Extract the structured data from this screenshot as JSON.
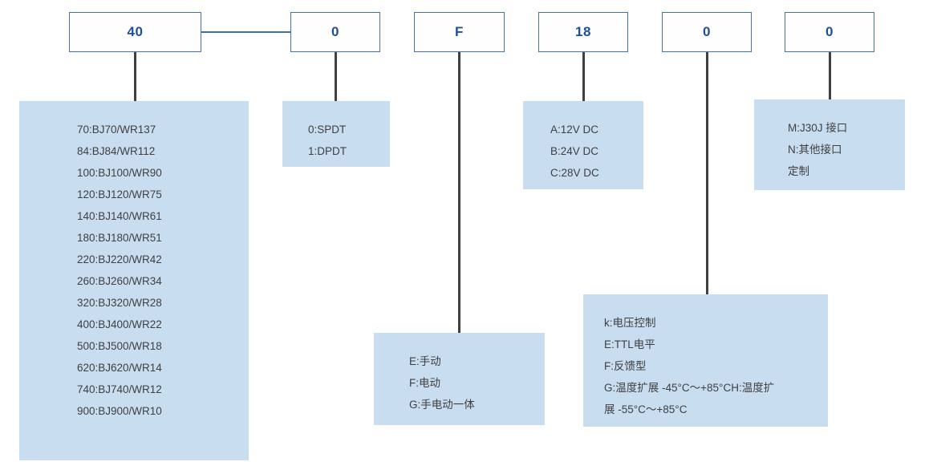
{
  "diagram": {
    "title": "Product model code breakdown",
    "accent_box_border": "#4472a8",
    "accent_text": "#1f4e9c",
    "panel_fill": "#c9ddf1",
    "connector_color": "#404040"
  },
  "code_boxes": [
    {
      "name": "size-code",
      "value": "40"
    },
    {
      "name": "switch-code",
      "value": "0"
    },
    {
      "name": "actuation-code",
      "value": "F"
    },
    {
      "name": "voltage-code",
      "value": "18"
    },
    {
      "name": "control-code",
      "value": "0"
    },
    {
      "name": "interface-code",
      "value": "0"
    }
  ],
  "panels": [
    {
      "name": "size-options",
      "lines": [
        "70:BJ70/WR137",
        "84:BJ84/WR112",
        "100:BJ100/WR90",
        "120:BJ120/WR75",
        "140:BJ140/WR61",
        "180:BJ180/WR51",
        "220:BJ220/WR42",
        "260:BJ260/WR34",
        "320:BJ320/WR28",
        "400:BJ400/WR22",
        "500:BJ500/WR18",
        "620:BJ620/WR14",
        "740:BJ740/WR12",
        "900:BJ900/WR10"
      ]
    },
    {
      "name": "switch-options",
      "lines": [
        "0:SPDT",
        "1:DPDT"
      ]
    },
    {
      "name": "actuation-options",
      "lines": [
        "E:手动",
        "F:电动",
        "G:手电动一体"
      ]
    },
    {
      "name": "voltage-options",
      "lines": [
        "A:12V DC",
        "B:24V DC",
        "C:28V DC"
      ]
    },
    {
      "name": "control-options",
      "lines": [
        "k:电压控制",
        "E:TTL电平",
        "F:反馈型",
        "G:温度扩展 -45°C～+85°CH:温度扩",
        "展 -55°C～+85°C"
      ]
    },
    {
      "name": "interface-options",
      "lines": [
        "M:J30J 接口",
        "N:其他接口",
        "定制"
      ]
    }
  ]
}
